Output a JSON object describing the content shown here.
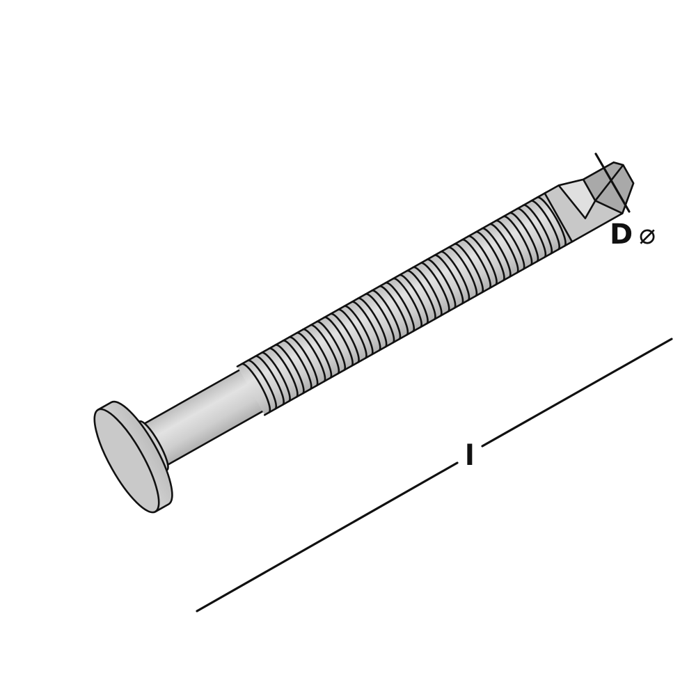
{
  "figure": {
    "type": "isometric technical drawing",
    "subject": "screw with flat round head, smooth shank, ring-grooved thread and chisel drill tip",
    "background": "#ffffff"
  },
  "part": {
    "name": "screw",
    "components": [
      {
        "name": "head",
        "shape": "flat round disc"
      },
      {
        "name": "neck",
        "shape": "short collar"
      },
      {
        "name": "shank",
        "shape": "smooth cylinder"
      },
      {
        "name": "thread",
        "shape": "ring grooves",
        "groove_count": 22
      },
      {
        "name": "tip",
        "shape": "chisel / drill point"
      }
    ],
    "colors": {
      "body": "#c9c9c9",
      "body_light": "#dcdcdc",
      "body_dark": "#a8a8a8",
      "outline": "#111111"
    }
  },
  "dimensions": {
    "diameter": {
      "label": "D",
      "symbol": "⌀"
    },
    "length": {
      "label": "l"
    }
  }
}
